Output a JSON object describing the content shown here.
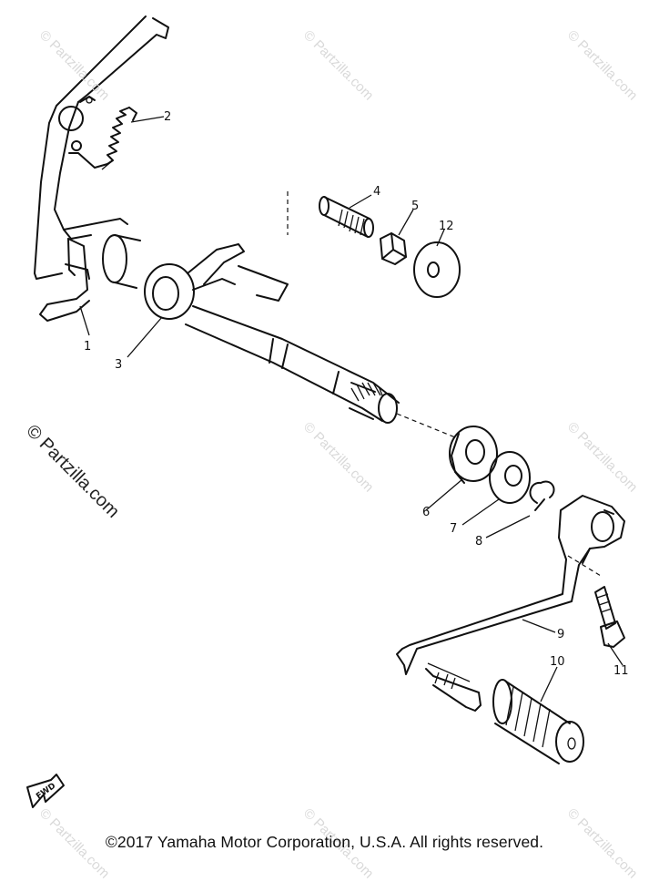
{
  "diagram": {
    "callouts": [
      "1",
      "2",
      "3",
      "4",
      "5",
      "12",
      "6",
      "7",
      "8",
      "9",
      "10",
      "11"
    ],
    "fwd_label": "FWD",
    "watermark_small": "© Partzilla.com",
    "watermark_large": "© Partzilla.com",
    "copyright": "©2017 Yamaha Motor Corporation, U.S.A. All rights reserved."
  }
}
